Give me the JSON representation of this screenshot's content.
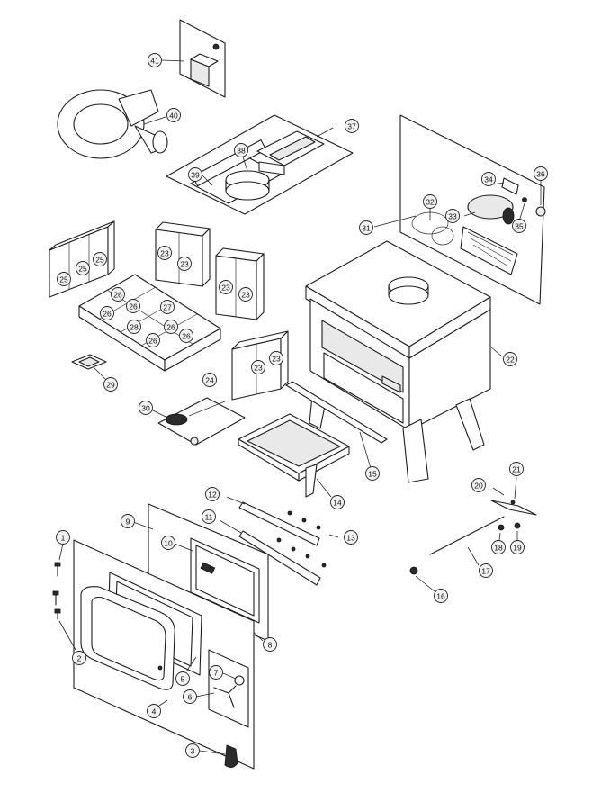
{
  "callouts": [
    {
      "id": "c1",
      "label": "1"
    },
    {
      "id": "c2",
      "label": "2"
    },
    {
      "id": "c3",
      "label": "3"
    },
    {
      "id": "c4",
      "label": "4"
    },
    {
      "id": "c5",
      "label": "5"
    },
    {
      "id": "c6",
      "label": "6"
    },
    {
      "id": "c7",
      "label": "7"
    },
    {
      "id": "c8",
      "label": "8"
    },
    {
      "id": "c9",
      "label": "9"
    },
    {
      "id": "c10",
      "label": "10"
    },
    {
      "id": "c11",
      "label": "11"
    },
    {
      "id": "c12",
      "label": "12"
    },
    {
      "id": "c13",
      "label": "13"
    },
    {
      "id": "c14",
      "label": "14"
    },
    {
      "id": "c15",
      "label": "15"
    },
    {
      "id": "c16",
      "label": "16"
    },
    {
      "id": "c17",
      "label": "17"
    },
    {
      "id": "c18",
      "label": "18"
    },
    {
      "id": "c19",
      "label": "19"
    },
    {
      "id": "c20",
      "label": "20"
    },
    {
      "id": "c21",
      "label": "21"
    },
    {
      "id": "c22",
      "label": "22"
    },
    {
      "id": "c23a",
      "label": "23"
    },
    {
      "id": "c23b",
      "label": "23"
    },
    {
      "id": "c23c",
      "label": "23"
    },
    {
      "id": "c23d",
      "label": "23"
    },
    {
      "id": "c23e",
      "label": "23"
    },
    {
      "id": "c23f",
      "label": "23"
    },
    {
      "id": "c24",
      "label": "24"
    },
    {
      "id": "c25a",
      "label": "25"
    },
    {
      "id": "c25b",
      "label": "25"
    },
    {
      "id": "c25c",
      "label": "25"
    },
    {
      "id": "c26a",
      "label": "26"
    },
    {
      "id": "c26b",
      "label": "26"
    },
    {
      "id": "c26c",
      "label": "26"
    },
    {
      "id": "c26d",
      "label": "26"
    },
    {
      "id": "c26e",
      "label": "26"
    },
    {
      "id": "c26f",
      "label": "26"
    },
    {
      "id": "c27",
      "label": "27"
    },
    {
      "id": "c28",
      "label": "28"
    },
    {
      "id": "c29",
      "label": "29"
    },
    {
      "id": "c30",
      "label": "30"
    },
    {
      "id": "c31",
      "label": "31"
    },
    {
      "id": "c32",
      "label": "32"
    },
    {
      "id": "c33",
      "label": "33"
    },
    {
      "id": "c34",
      "label": "34"
    },
    {
      "id": "c35",
      "label": "35"
    },
    {
      "id": "c36",
      "label": "36"
    },
    {
      "id": "c37",
      "label": "37"
    },
    {
      "id": "c38",
      "label": "38"
    },
    {
      "id": "c39",
      "label": "39"
    },
    {
      "id": "c40",
      "label": "40"
    },
    {
      "id": "c41",
      "label": "41"
    }
  ]
}
